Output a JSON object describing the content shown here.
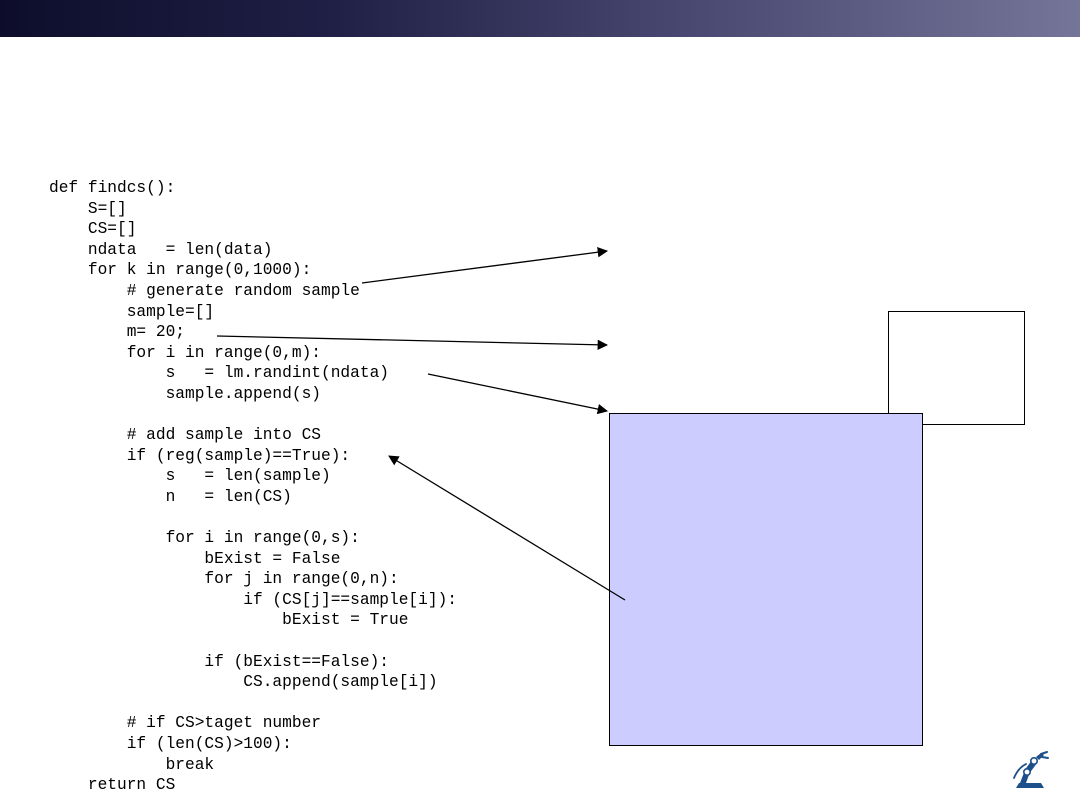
{
  "slide": {
    "header_gradient": [
      "#0d0d2b",
      "#757599"
    ],
    "code_lines": [
      "def findcs():",
      "    S=[]",
      "    CS=[]",
      "    ndata   = len(data)",
      "    for k in range(0,1000):",
      "        # generate random sample",
      "        sample=[]",
      "        m= 20;",
      "        for i in range(0,m):",
      "            s   = lm.randint(ndata)",
      "            sample.append(s)",
      "",
      "        # add sample into CS",
      "        if (reg(sample)==True):",
      "            s   = len(sample)",
      "            n   = len(CS)",
      "",
      "            for i in range(0,s):",
      "                bExist = False",
      "                for j in range(0,n):",
      "                    if (CS[j]==sample[i]):",
      "                        bExist = True",
      "",
      "                if (bExist==False):",
      "                    CS.append(sample[i])",
      "",
      "        # if CS>taget number",
      "        if (len(CS)>100):",
      "            break",
      "    return CS"
    ],
    "annotation_box_color": "#ccccff",
    "logo_icon": "robot-arm-logo-icon"
  }
}
